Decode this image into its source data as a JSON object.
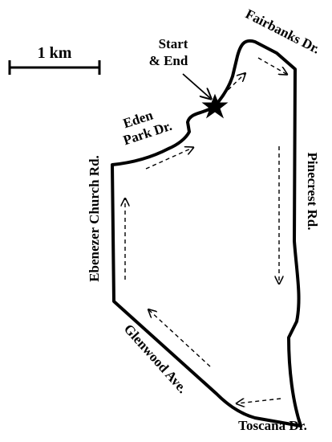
{
  "scale": {
    "label": "1 km"
  },
  "start_end": {
    "line1": "Start",
    "line2": "& End"
  },
  "streets": {
    "fairbanks": "Fairbanks Dr.",
    "eden_line1": "Eden",
    "eden_line2": "Park Dr.",
    "ebenezer": "Ebenezer Church Rd.",
    "pinecrest": "Pinecrest Rd.",
    "glenwood": "Glenwood Ave.",
    "toscana": "Toscana Dr."
  },
  "colors": {
    "route": "#000000",
    "background": "#ffffff"
  },
  "icons": {
    "start_marker": "star-icon"
  }
}
